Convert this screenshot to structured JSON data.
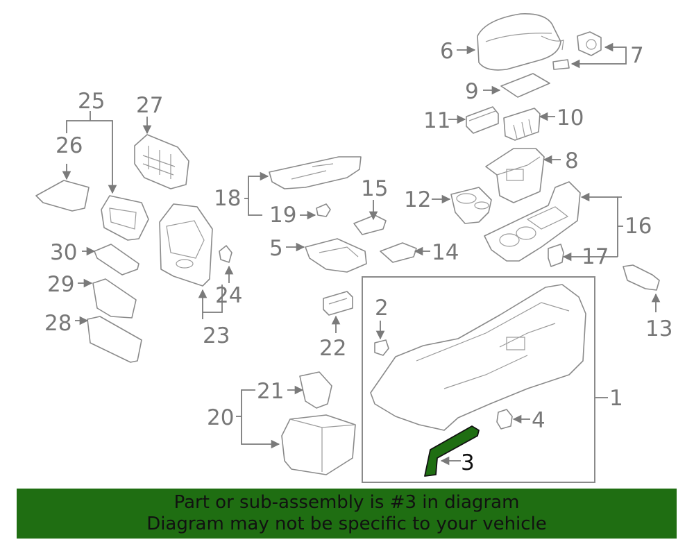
{
  "diagram": {
    "callouts": [
      "1",
      "2",
      "3",
      "4",
      "5",
      "6",
      "7",
      "8",
      "9",
      "10",
      "11",
      "12",
      "13",
      "14",
      "15",
      "16",
      "17",
      "18",
      "19",
      "20",
      "21",
      "22",
      "23",
      "24",
      "25",
      "26",
      "27",
      "28",
      "29",
      "30"
    ],
    "highlighted_part": "3",
    "highlight_color": "#1f6e12"
  },
  "banner": {
    "line1": "Part or sub-assembly is #3 in diagram",
    "line2": "Diagram may not be specific to your vehicle",
    "background": "#1f6e12"
  }
}
